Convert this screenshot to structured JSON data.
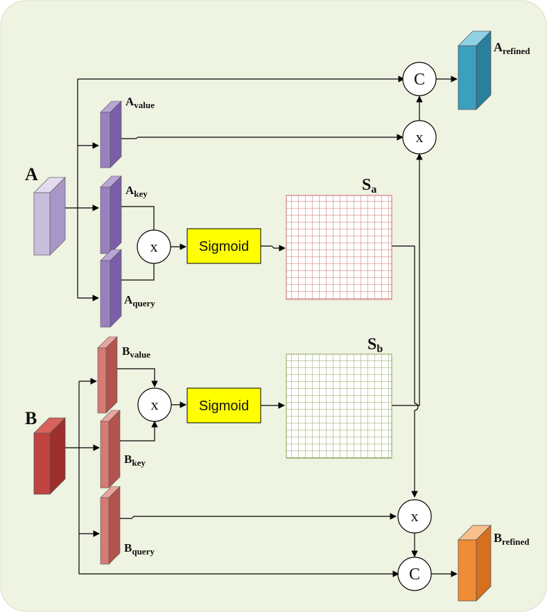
{
  "labels": {
    "input_a": "A",
    "input_b": "B",
    "a_value": {
      "main": "A",
      "sub": "value"
    },
    "a_key": {
      "main": "A",
      "sub": "key"
    },
    "a_query": {
      "main": "A",
      "sub": "query"
    },
    "b_value": {
      "main": "B",
      "sub": "value"
    },
    "b_key": {
      "main": "B",
      "sub": "key"
    },
    "b_query": {
      "main": "B",
      "sub": "query"
    },
    "a_refined": {
      "main": "A",
      "sub": "refined"
    },
    "b_refined": {
      "main": "B",
      "sub": "refined"
    },
    "s_a": {
      "main": "S",
      "sub": "a"
    },
    "s_b": {
      "main": "S",
      "sub": "b"
    }
  },
  "sigmoid_a": "Sigmoid",
  "sigmoid_b": "Sigmoid",
  "ops": {
    "multiply": "x",
    "concat": "C"
  },
  "colors": {
    "background": "#eef3e2",
    "block_a": "#c8bddc",
    "block_a_proj": "#9a80bf",
    "block_b": "#c0433f",
    "block_b_proj": "#d47b74",
    "a_refined": "#3b9fbf",
    "b_refined": "#f08b36",
    "sigmoid_fill": "#ffff00",
    "grid_a": "#c9686a",
    "grid_b": "#8aa05a"
  }
}
